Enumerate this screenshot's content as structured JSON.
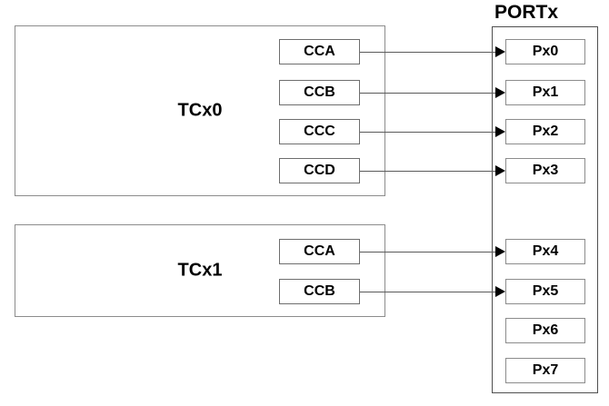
{
  "port": {
    "title": "PORTx",
    "pins": [
      {
        "label": "Px0"
      },
      {
        "label": "Px1"
      },
      {
        "label": "Px2"
      },
      {
        "label": "Px3"
      },
      {
        "label": "Px4"
      },
      {
        "label": "Px5"
      },
      {
        "label": "Px6"
      },
      {
        "label": "Px7"
      }
    ]
  },
  "timers": [
    {
      "label": "TCx0",
      "channels": [
        {
          "label": "CCA",
          "connects_to": "Px0"
        },
        {
          "label": "CCB",
          "connects_to": "Px1"
        },
        {
          "label": "CCC",
          "connects_to": "Px2"
        },
        {
          "label": "CCD",
          "connects_to": "Px3"
        }
      ]
    },
    {
      "label": "TCx1",
      "channels": [
        {
          "label": "CCA",
          "connects_to": "Px4"
        },
        {
          "label": "CCB",
          "connects_to": "Px5"
        }
      ]
    }
  ],
  "connections": [
    {
      "from": "TCx0.CCA",
      "to": "Px0"
    },
    {
      "from": "TCx0.CCB",
      "to": "Px1"
    },
    {
      "from": "TCx0.CCC",
      "to": "Px2"
    },
    {
      "from": "TCx0.CCD",
      "to": "Px3"
    },
    {
      "from": "TCx1.CCA",
      "to": "Px4"
    },
    {
      "from": "TCx1.CCB",
      "to": "Px5"
    }
  ],
  "colors": {
    "background": "#ffffff",
    "text": "#000000",
    "timer_border": "#8c8c8c",
    "channel_border": "#6e6e6e",
    "port_border": "#4f4f4f",
    "pin_border": "#8c8c8c",
    "connector": "#5a5a5a",
    "arrow": "#000000"
  }
}
